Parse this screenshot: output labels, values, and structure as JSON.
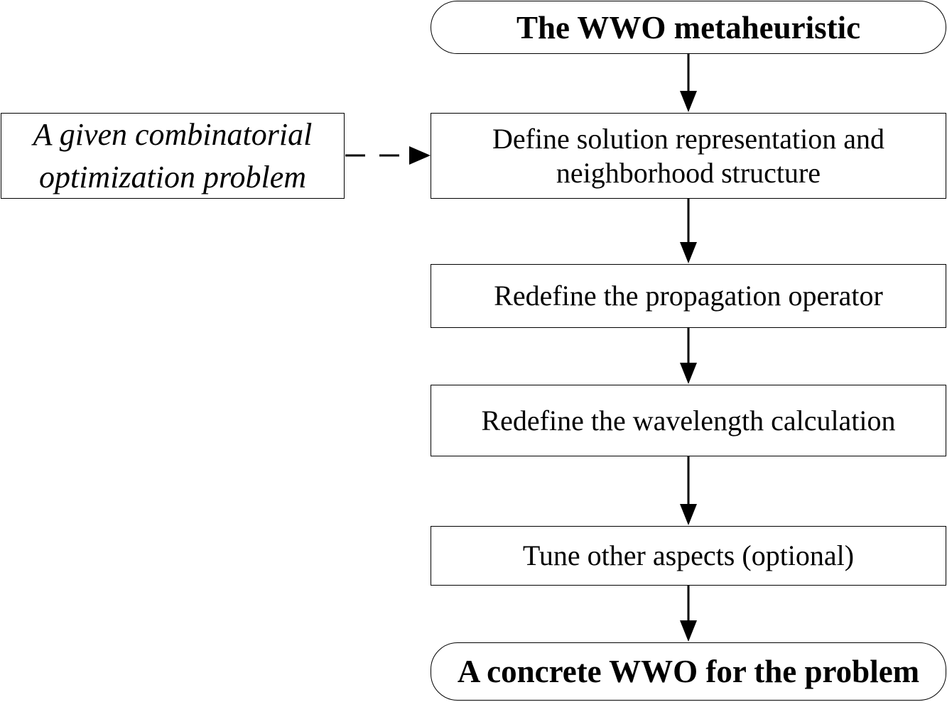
{
  "diagram": {
    "start": "The WWO metaheuristic",
    "input": {
      "line1": "A given combinatorial",
      "line2": "optimization problem"
    },
    "steps": [
      {
        "line1": "Define solution representation and",
        "line2": "neighborhood structure"
      },
      {
        "line1": "Redefine the propagation operator"
      },
      {
        "line1": "Redefine the wavelength calculation"
      },
      {
        "line1": "Tune other aspects (optional)"
      }
    ],
    "end": "A concrete WWO for the problem"
  }
}
